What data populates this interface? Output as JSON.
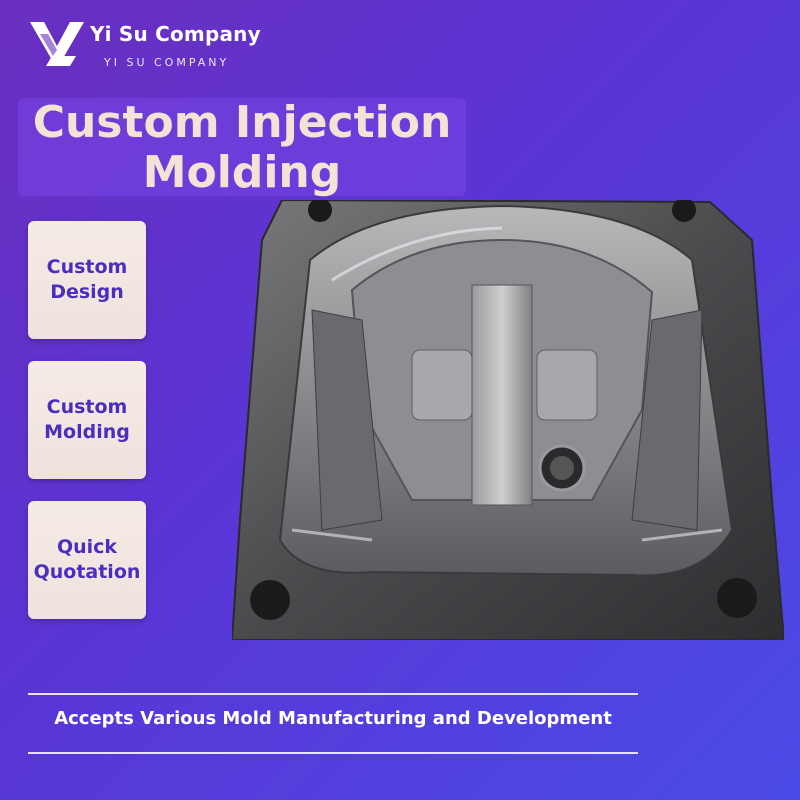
{
  "brand": {
    "name": "Yi Su Company",
    "subtitle": "YI SU COMPANY",
    "logo_icon": "ys-monogram-logo"
  },
  "headline": {
    "line1": "Custom Injection",
    "line2": "Molding"
  },
  "features": [
    {
      "line1": "Custom",
      "line2": "Design"
    },
    {
      "line1": "Custom",
      "line2": "Molding"
    },
    {
      "line1": "Quick",
      "line2": "Quotation"
    }
  ],
  "footer": {
    "tagline": "Accepts Various Mold Manufacturing and Development"
  },
  "colors": {
    "background_start": "#6a2fbf",
    "background_end": "#4a4be6",
    "headline_text": "#f3e2d6",
    "card_bg": "#f3e7e2",
    "card_text": "#4a2fbf"
  },
  "image": {
    "subject": "steel-injection-mold-photo"
  }
}
